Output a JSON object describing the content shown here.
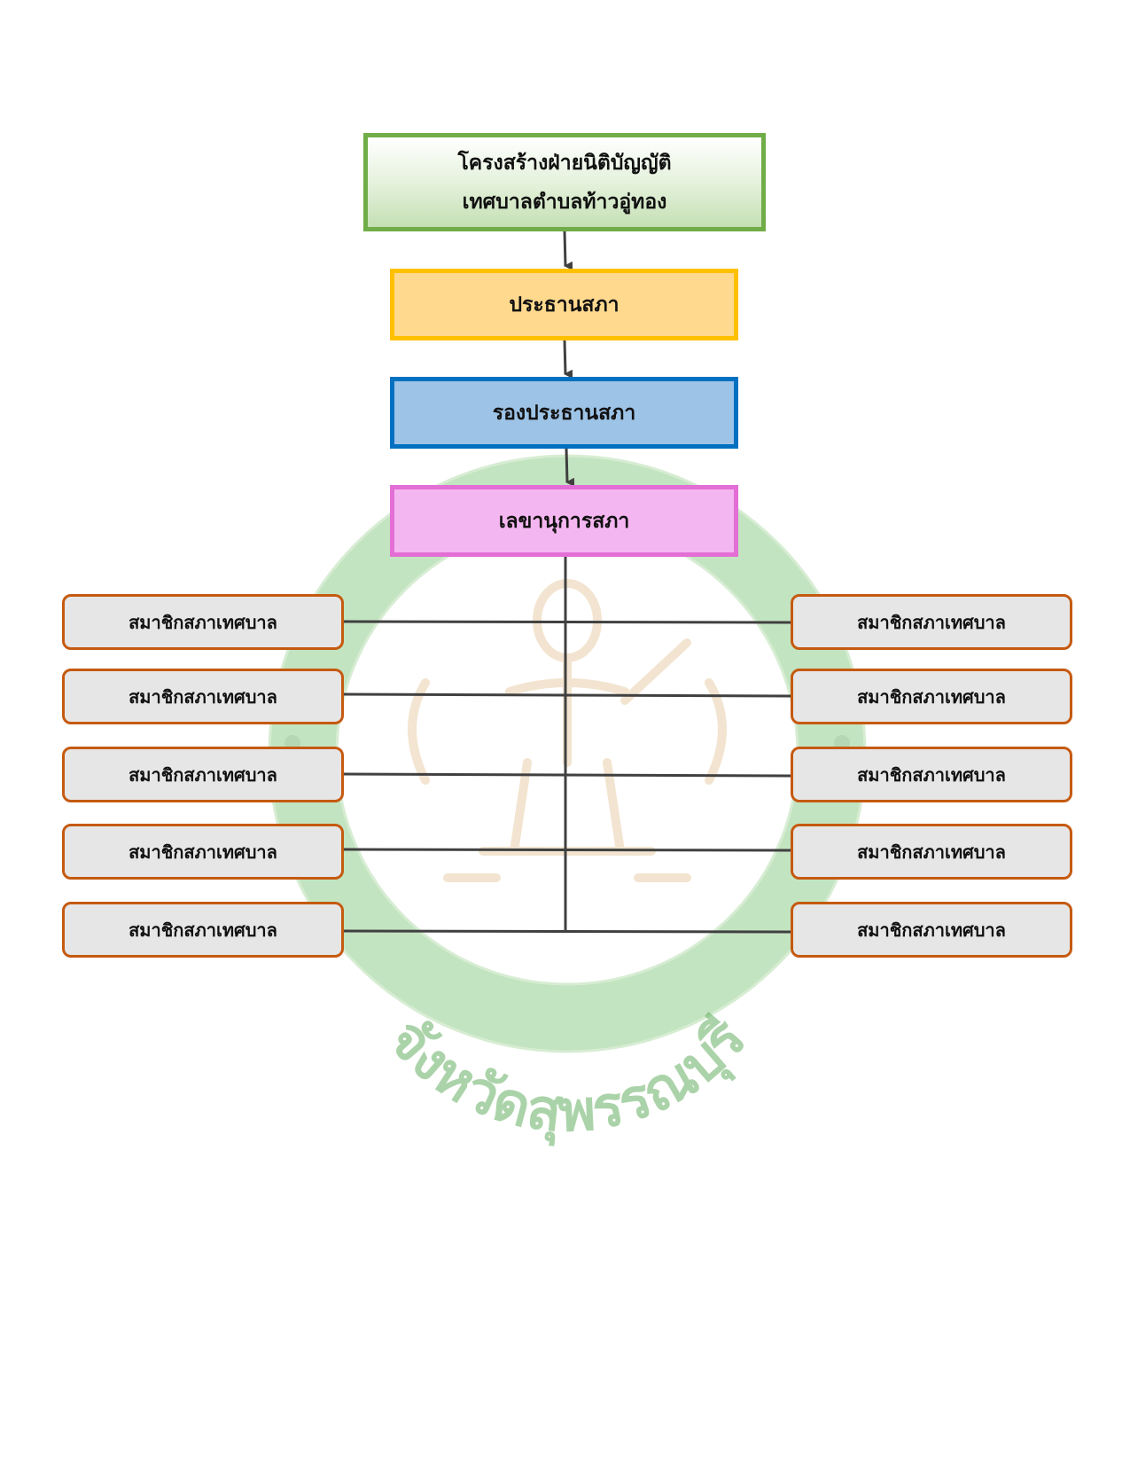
{
  "title": {
    "line1": "โครงสร้างฝ่ายนิติบัญญัติ",
    "line2": "เทศบาลตำบลท้าวอู่ทอง"
  },
  "chair": "ประธานสภา",
  "vice_chair": "รองประธานสภา",
  "secretary": "เลขานุการสภา",
  "members_left": [
    "สมาชิกสภาเทศบาล",
    "สมาชิกสภาเทศบาล",
    "สมาชิกสภาเทศบาล",
    "สมาชิกสภาเทศบาล",
    "สมาชิกสภาเทศบาล"
  ],
  "members_right": [
    "สมาชิกสภาเทศบาล",
    "สมาชิกสภาเทศบาล",
    "สมาชิกสภาเทศบาล",
    "สมาชิกสภาเทศบาล",
    "สมาชิกสภาเทศบาล"
  ],
  "seal_text": {
    "bottom": "จังหวัดสุพรรณบุรี"
  },
  "colors": {
    "title_border": "#70ad47",
    "chair_border": "#ffc000",
    "vice_border": "#0070c0",
    "secretary_border": "#e36ed6",
    "member_border": "#c55a11",
    "seal_green": "#7cc576"
  }
}
